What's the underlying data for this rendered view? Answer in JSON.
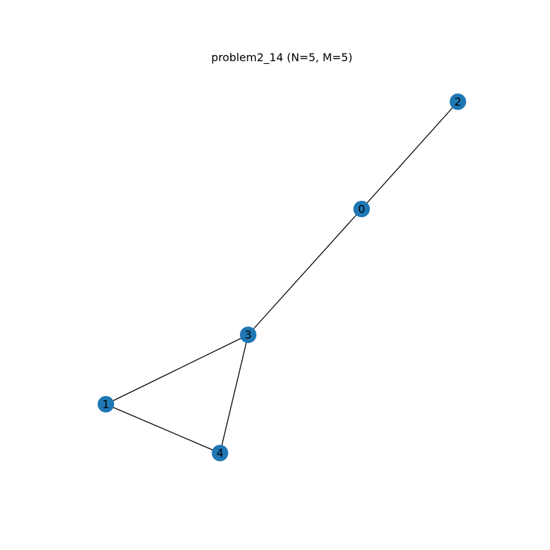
{
  "title": "problem2_14 (N=5, M=5)",
  "graph": {
    "node_color": "#1f77b4",
    "edge_color": "#000000",
    "label_color": "#000000",
    "nodes": [
      {
        "id": "0",
        "label": "0"
      },
      {
        "id": "1",
        "label": "1"
      },
      {
        "id": "2",
        "label": "2"
      },
      {
        "id": "3",
        "label": "3"
      },
      {
        "id": "4",
        "label": "4"
      }
    ],
    "edges": [
      {
        "source": "2",
        "target": "0"
      },
      {
        "source": "0",
        "target": "3"
      },
      {
        "source": "3",
        "target": "1"
      },
      {
        "source": "3",
        "target": "4"
      },
      {
        "source": "1",
        "target": "4"
      }
    ]
  }
}
